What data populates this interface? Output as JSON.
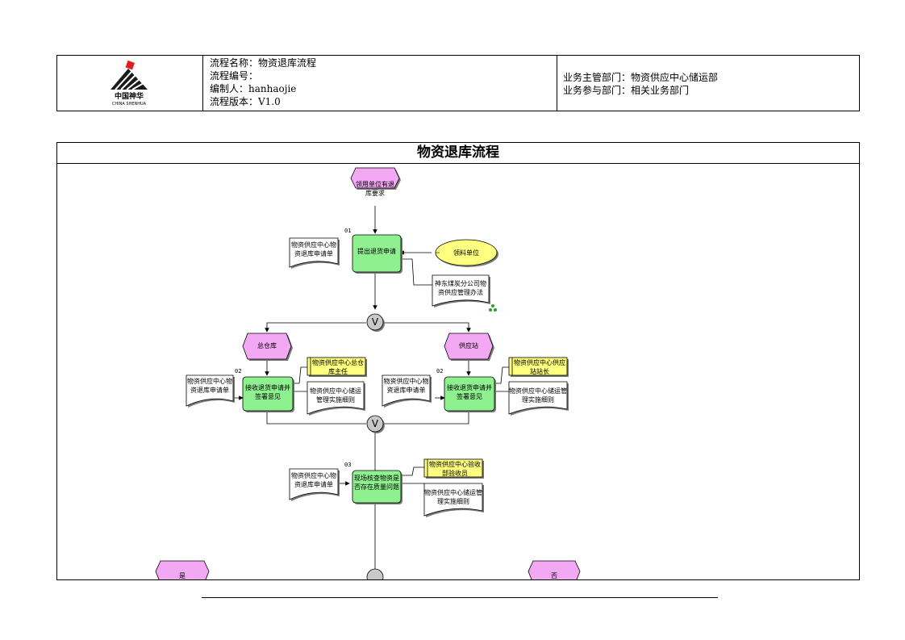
{
  "header": {
    "logo_text": "中国神华",
    "logo_subtext": "CHINA SHENHUA",
    "process_name": "流程名称：物资退库流程",
    "process_code": "流程编号：",
    "author": "编制人：hanhaojie",
    "version": "流程版本：V1.0",
    "lead_dept": "业务主管部门：物资供应中心储运部",
    "participant_dept": "业务参与部门：相关业务部门"
  },
  "diagram": {
    "title": "物资退库流程",
    "start_event": "领用单位有退库要求",
    "step01": {
      "num": "01",
      "label": "提出退货申请"
    },
    "step01_doc": "物资供应中心物资退库申请单",
    "step01_role": "领料单位",
    "step01_rule": "神东煤炭分公司物资供应管理办法",
    "branch_left": "总仓库",
    "branch_right": "供应站",
    "step02_left": {
      "num": "02",
      "label": "接收退货申请并签署意见"
    },
    "step02_left_doc": "物资供应中心物资退库申请单",
    "step02_left_role": "物资供应中心总仓库主任",
    "step02_left_rule": "物资供应中心储运管理实施细则",
    "step02_right": {
      "num": "02",
      "label": "接收退货申请并签署意见"
    },
    "step02_right_doc": "物资供应中心物资退库申请单",
    "step02_right_role": "物资供应中心供应站站长",
    "step02_right_rule": "物资供应中心储运管理实施细则",
    "step03": {
      "num": "03",
      "label": "现场核查物资是否存在质量问题"
    },
    "step03_doc": "物资供应中心物资退库申请单",
    "step03_role": "物资供应中心验收部验收员",
    "step03_rule": "物资供应中心储运管理实施细则",
    "outcome_left": "是",
    "outcome_right": "否",
    "connector_symbol": "V"
  },
  "colors": {
    "event_fill": "#f2a8f2",
    "function_fill": "#8ef08e",
    "role_fill": "#ffff80",
    "org_fill": "#ffff80",
    "connector_fill": "#c8c8c8"
  }
}
